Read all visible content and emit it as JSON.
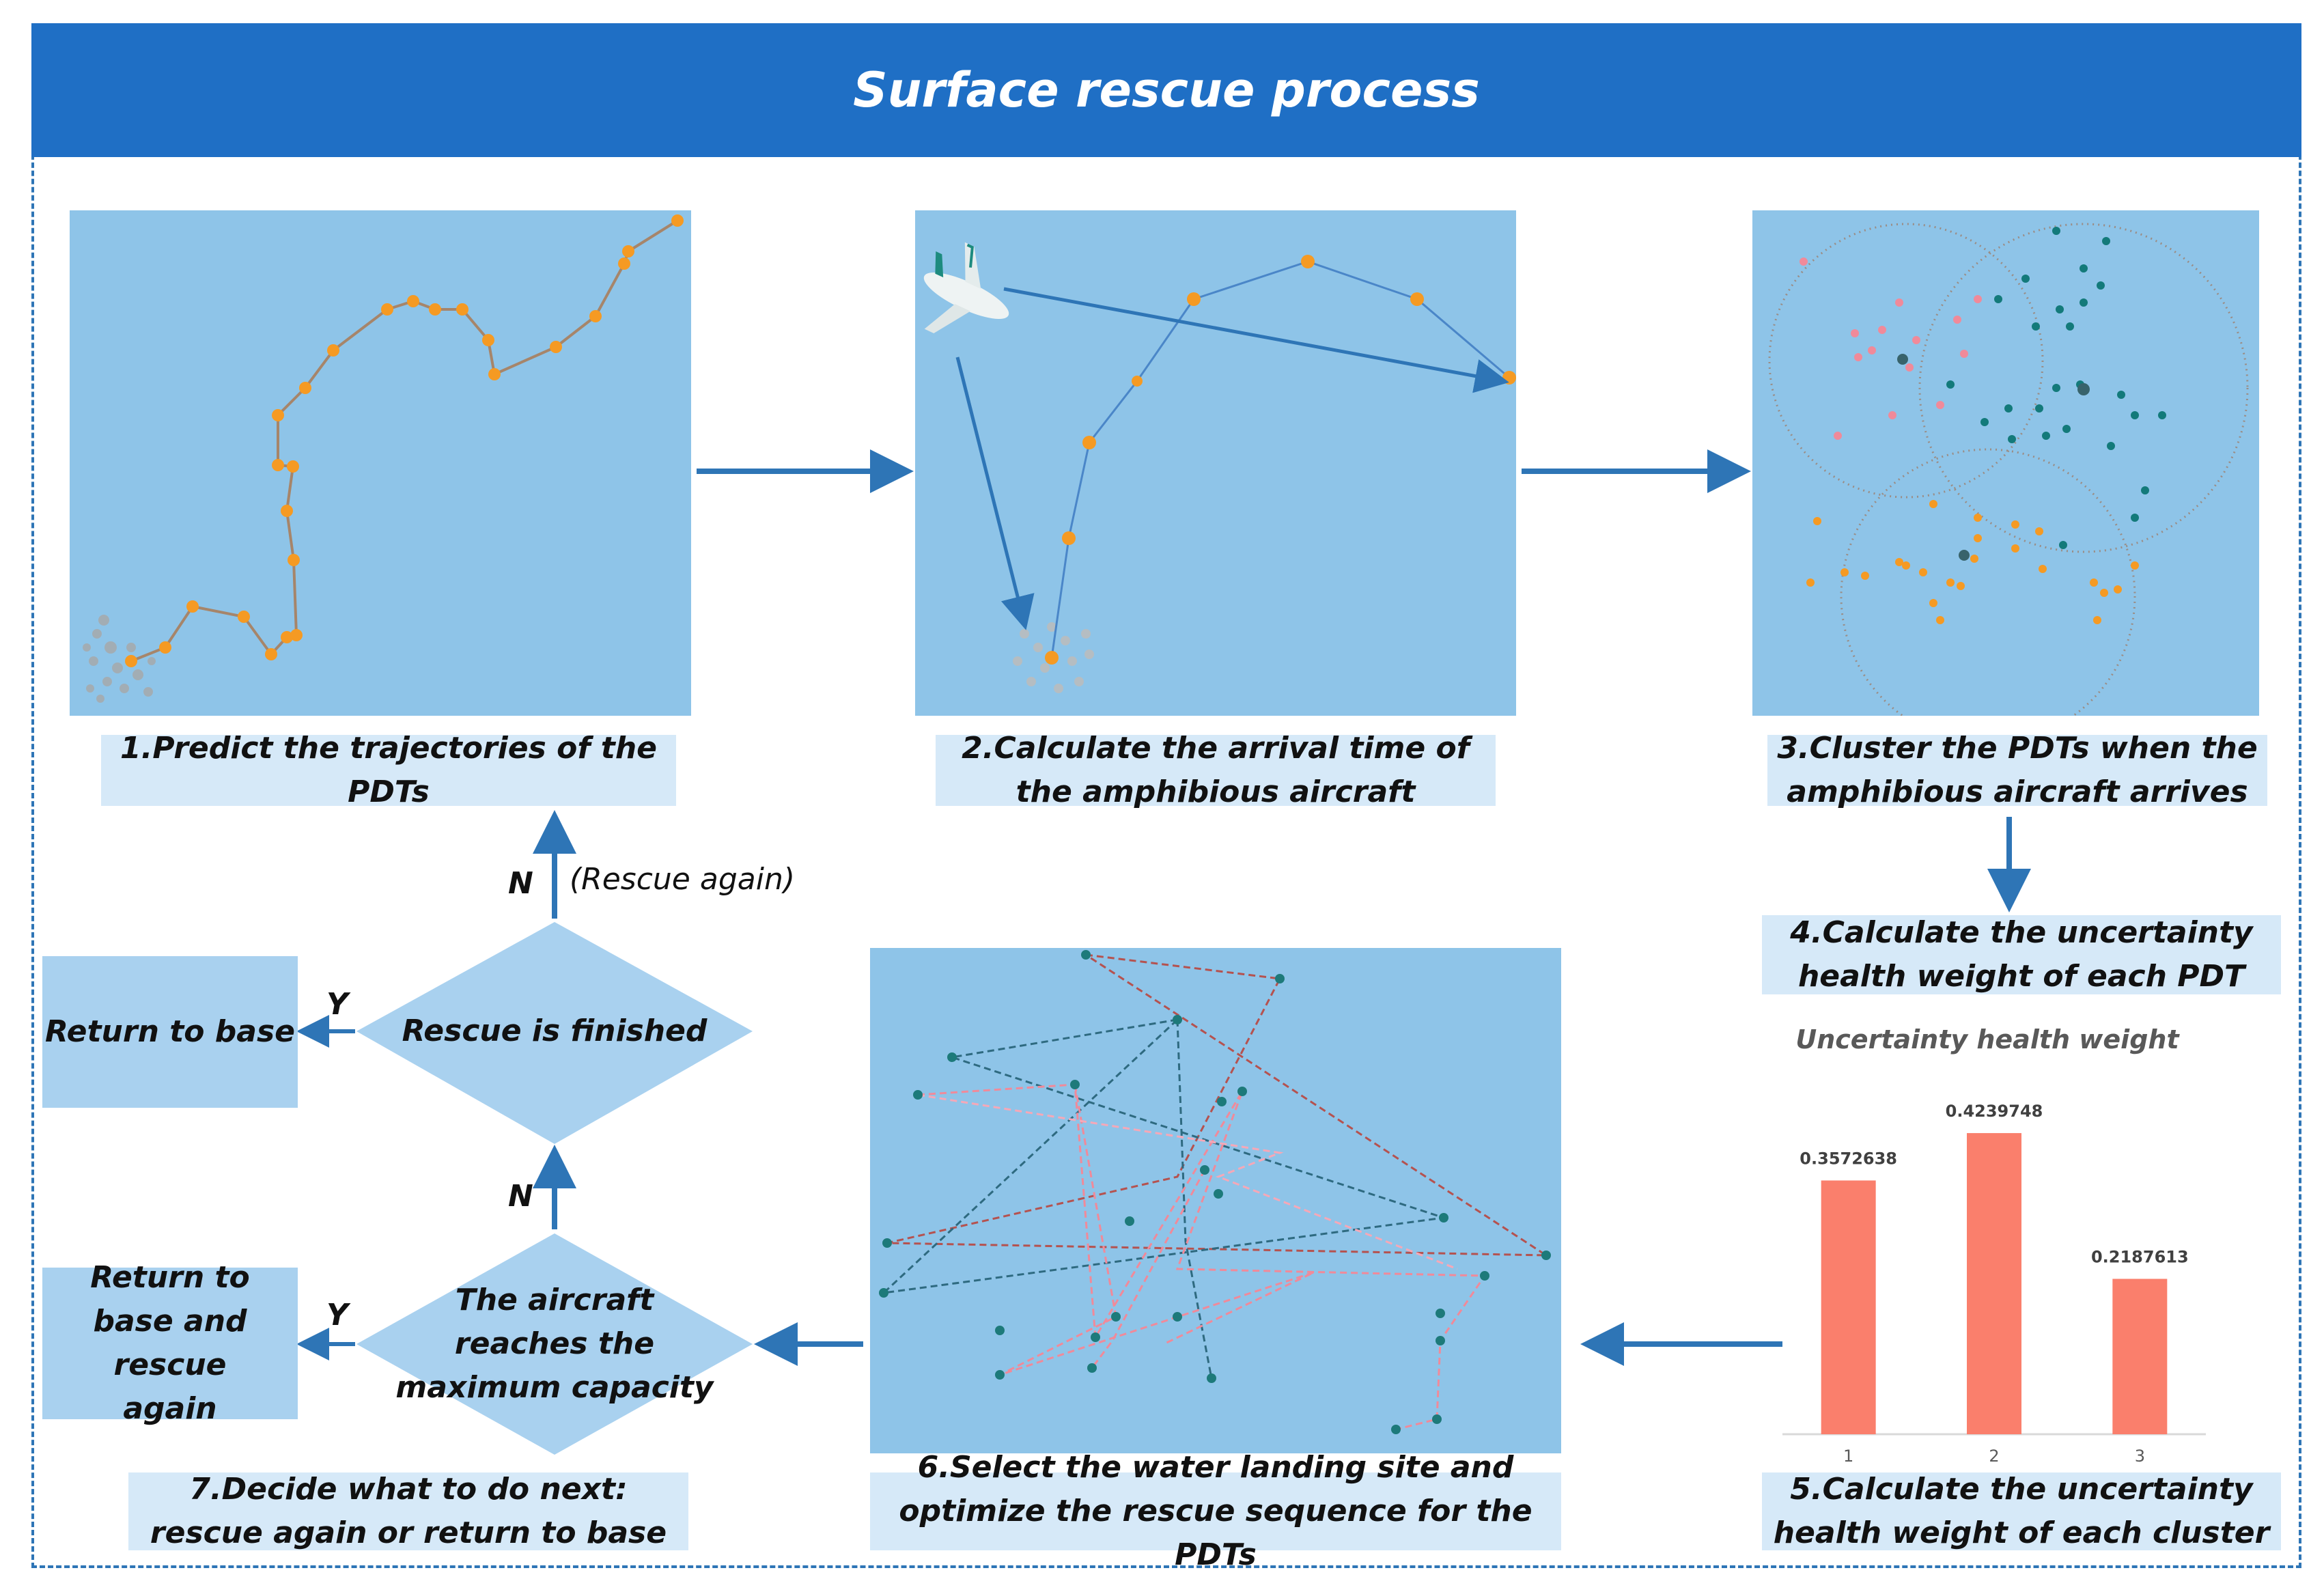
{
  "header": {
    "title": "Surface rescue process"
  },
  "captions": {
    "step1": "1.Predict the trajectories of the PDTs",
    "step2": "2.Calculate the arrival time of the amphibious aircraft",
    "step3": "3.Cluster the PDTs when the amphibious aircraft arrives",
    "step4": "4.Calculate the uncertainty health weight of each PDT",
    "step5": "5.Calculate the uncertainty health weight of each cluster",
    "step6": "6.Select the water landing site and optimize the rescue sequence for the PDTs",
    "step7": "7.Decide what to do next:  rescue again or return to base"
  },
  "decisions": {
    "rescue_finished": "Rescue is finished",
    "max_capacity": "The aircraft reaches the maximum capacity"
  },
  "outcomes": {
    "return_to_base": "Return to base",
    "return_and_rescue": "Return to base and rescue again"
  },
  "branch_labels": {
    "yes": "Y",
    "no": "N",
    "rescue_again": "(Rescue again)"
  },
  "colors": {
    "header": "#1f6fc5",
    "panel": "#8ec4e8",
    "caption_bg": "#d6e9f8",
    "arrow": "#2e75b6",
    "trajectory_point": "#f59a23",
    "cluster_pink": "#f08a9a",
    "cluster_teal": "#137a7a",
    "bar": "#fa7f6c"
  },
  "chart_data": {
    "type": "bar",
    "title": "Uncertainty health weight",
    "categories": [
      "1",
      "2",
      "3"
    ],
    "values": [
      0.3572638,
      0.4239748,
      0.2187613
    ],
    "value_labels": [
      "0.3572638",
      "0.4239748",
      "0.2187613"
    ],
    "ylim": [
      0,
      0.5
    ],
    "grid": false
  }
}
